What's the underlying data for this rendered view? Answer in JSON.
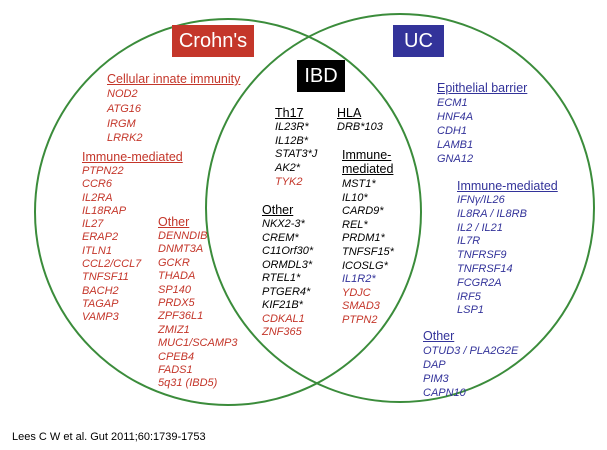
{
  "labels": {
    "crohns": "Crohn's",
    "uc": "UC",
    "ibd": "IBD"
  },
  "colors": {
    "crohns": "#c4362a",
    "uc": "#33339a",
    "ibd": "#000000",
    "circle": "#3b8c3b"
  },
  "crohns": {
    "cellular_innate_immunity": {
      "heading": "Cellular innate immunity",
      "genes": [
        {
          "name": "NOD2"
        },
        {
          "name": "ATG16"
        },
        {
          "name": "IRGM"
        },
        {
          "name": "LRRK2"
        }
      ]
    },
    "immune_mediated": {
      "heading": "Immune-mediated",
      "genes": [
        {
          "name": "PTPN22"
        },
        {
          "name": "CCR6"
        },
        {
          "name": "IL2RA"
        },
        {
          "name": "IL18RAP"
        },
        {
          "name": "IL27"
        },
        {
          "name": "ERAP2"
        },
        {
          "name": "ITLN1"
        },
        {
          "name": "CCL2/CCL7"
        },
        {
          "name": "TNFSF11"
        },
        {
          "name": "BACH2"
        },
        {
          "name": "TAGAP"
        },
        {
          "name": "VAMP3"
        }
      ]
    },
    "other": {
      "heading": "Other",
      "genes": [
        {
          "name": "DENNDIB"
        },
        {
          "name": "DNMT3A"
        },
        {
          "name": "GCKR"
        },
        {
          "name": "THADA"
        },
        {
          "name": "SP140"
        },
        {
          "name": "PRDX5"
        },
        {
          "name": "ZPF36L1"
        },
        {
          "name": "ZMIZ1"
        },
        {
          "name": "MUC1/SCAMP3"
        },
        {
          "name": "CPEB4"
        },
        {
          "name": "FADS1"
        },
        {
          "name": "5q31 (IBD5)"
        }
      ]
    }
  },
  "ibd": {
    "th17": {
      "heading": "Th17",
      "genes": [
        {
          "name": "IL23R*"
        },
        {
          "name": "IL12B*"
        },
        {
          "name": "STAT3*J"
        },
        {
          "name": "AK2*"
        },
        {
          "name": "TYK2",
          "color": "#c4362a"
        }
      ]
    },
    "hla": {
      "heading": "HLA",
      "genes": [
        {
          "name": "DRB*103"
        }
      ]
    },
    "immune_mediated": {
      "heading": "Immune-mediated",
      "genes": [
        {
          "name": "MST1*"
        },
        {
          "name": "IL10*"
        },
        {
          "name": "CARD9*"
        },
        {
          "name": "REL*"
        },
        {
          "name": "PRDM1*"
        },
        {
          "name": "TNFSF15*"
        },
        {
          "name": "ICOSLG*"
        },
        {
          "name": "IL1R2*",
          "color": "#33339a"
        },
        {
          "name": "YDJC",
          "color": "#c4362a"
        },
        {
          "name": "SMAD3",
          "color": "#c4362a"
        },
        {
          "name": "PTPN2",
          "color": "#c4362a"
        }
      ]
    },
    "other": {
      "heading": "Other",
      "genes": [
        {
          "name": "NKX2-3*"
        },
        {
          "name": "CREM*"
        },
        {
          "name": "C11Orf30*"
        },
        {
          "name": "ORMDL3*"
        },
        {
          "name": "RTEL1*"
        },
        {
          "name": "PTGER4*"
        },
        {
          "name": "KIF21B*"
        },
        {
          "name": "CDKAL1",
          "color": "#c4362a"
        },
        {
          "name": "ZNF365",
          "color": "#c4362a"
        }
      ]
    }
  },
  "uc": {
    "epithelial_barrier": {
      "heading": "Epithelial barrier",
      "genes": [
        {
          "name": "ECM1"
        },
        {
          "name": "HNF4A"
        },
        {
          "name": "CDH1"
        },
        {
          "name": "LAMB1"
        },
        {
          "name": "GNA12"
        }
      ]
    },
    "immune_mediated": {
      "heading": "Immune-mediated",
      "genes": [
        {
          "name": "IFNγ/IL26"
        },
        {
          "name": "IL8RA / IL8RB"
        },
        {
          "name": "IL2 / IL21"
        },
        {
          "name": "IL7R"
        },
        {
          "name": "TNFRSF9"
        },
        {
          "name": "TNFRSF14"
        },
        {
          "name": "FCGR2A"
        },
        {
          "name": "IRF5"
        },
        {
          "name": "LSP1"
        }
      ]
    },
    "other": {
      "heading": "Other",
      "genes": [
        {
          "name": "OTUD3 / PLA2G2E"
        },
        {
          "name": "DAP"
        },
        {
          "name": "PIM3"
        },
        {
          "name": "CAPN10"
        }
      ]
    }
  },
  "citation": "Lees C W et al. Gut 2011;60:1739-1753"
}
